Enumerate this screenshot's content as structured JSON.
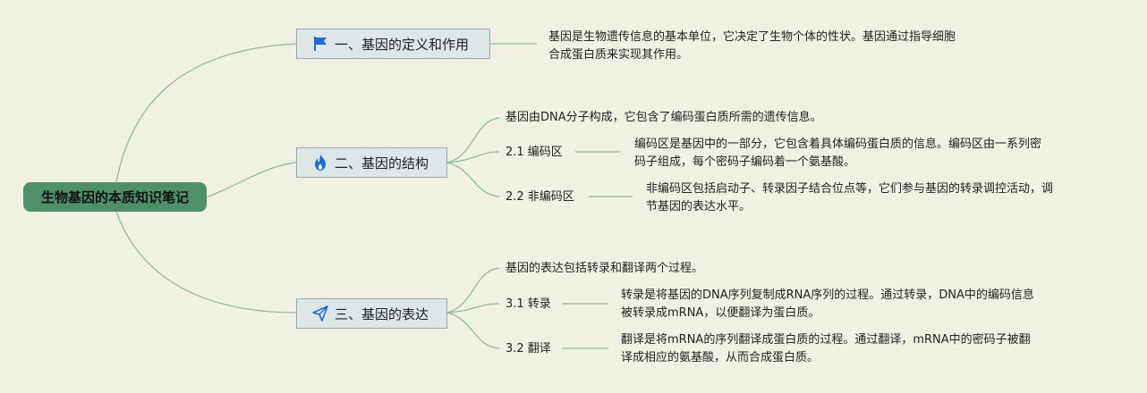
{
  "root": {
    "title": "生物基因的本质知识笔记"
  },
  "branches": [
    {
      "title": "一、基因的定义和作用",
      "icon": "flag-icon",
      "text": [
        "基因是生物遗传信息的基本单位，它决定了生物个体的性状。基因通过指导细胞",
        "合成蛋白质来实现其作用。"
      ]
    },
    {
      "title": "二、基因的结构",
      "icon": "flame-icon",
      "intro": "基因由DNA分子构成，它包含了编码蛋白质所需的遗传信息。",
      "subs": [
        {
          "label": "2.1 编码区",
          "text": [
            "编码区是基因中的一部分，它包含着具体编码蛋白质的信息。编码区由一系列密",
            "码子组成，每个密码子编码着一个氨基酸。"
          ]
        },
        {
          "label": "2.2 非编码区",
          "text": [
            "非编码区包括启动子、转录因子结合位点等，它们参与基因的转录调控活动，调",
            "节基因的表达水平。"
          ]
        }
      ]
    },
    {
      "title": "三、基因的表达",
      "icon": "paper-plane-icon",
      "intro": "基因的表达包括转录和翻译两个过程。",
      "subs": [
        {
          "label": "3.1 转录",
          "text": [
            "转录是将基因的DNA序列复制成RNA序列的过程。通过转录，DNA中的编码信息",
            "被转录成mRNA，以便翻译为蛋白质。"
          ]
        },
        {
          "label": "3.2 翻译",
          "text": [
            "翻译是将mRNA的序列翻译成蛋白质的过程。通过翻译，mRNA中的密码子被翻",
            "译成相应的氨基酸，从而合成蛋白质。"
          ]
        }
      ]
    }
  ],
  "colors": {
    "root": "#4f8f6c",
    "branch_fill": "#dde6e8",
    "line": "#8cb89a",
    "background": "#f1f0e4"
  }
}
